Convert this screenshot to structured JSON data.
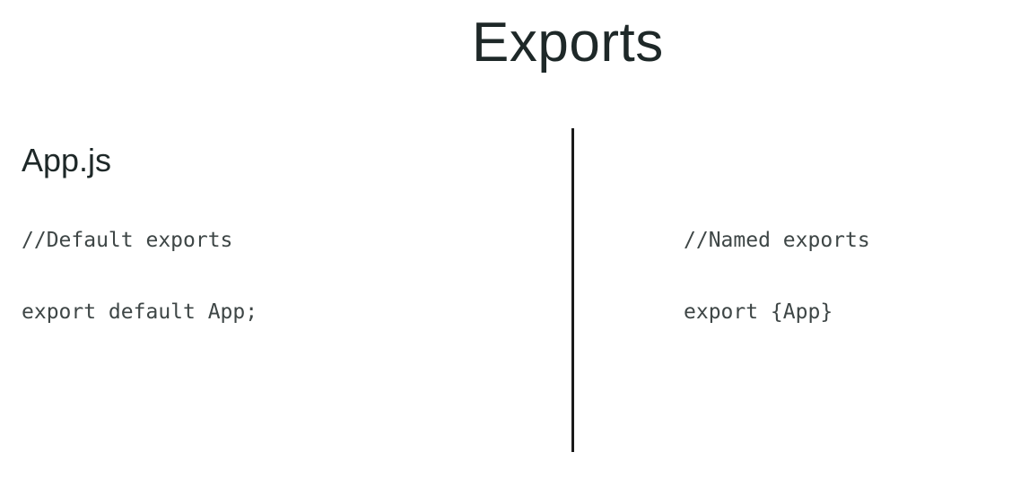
{
  "slide": {
    "title": "Exports",
    "left": {
      "file_label": "App.js",
      "comment": "//Default exports",
      "code": "export default App;"
    },
    "right": {
      "comment": "//Named exports",
      "code": "export {App}"
    }
  }
}
